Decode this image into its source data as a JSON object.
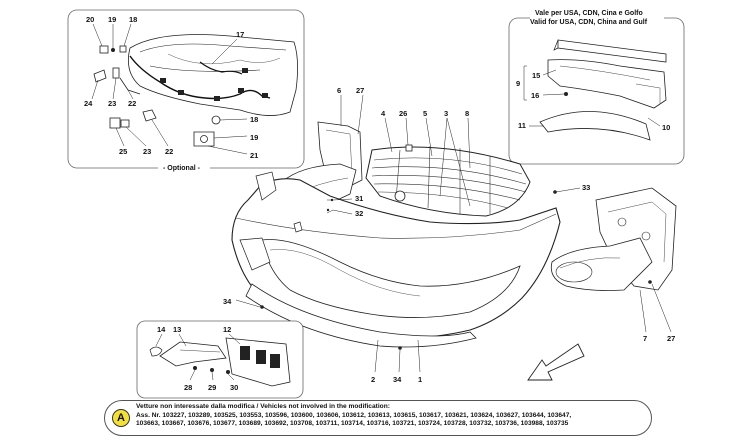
{
  "callouts": {
    "c20": "20",
    "c19": "19",
    "c18a": "18",
    "c17": "17",
    "c24": "24",
    "c23a": "23",
    "c22a": "22",
    "c18b": "18",
    "c19b": "19",
    "c25": "25",
    "c23b": "23",
    "c22b": "22",
    "c21": "21",
    "c9": "9",
    "c15": "15",
    "c16": "16",
    "c11": "11",
    "c10": "10",
    "c6": "6",
    "c27a": "27",
    "c4": "4",
    "c26": "26",
    "c5": "5",
    "c3": "3",
    "c8": "8",
    "c33": "33",
    "c31": "31",
    "c32": "32",
    "c34a": "34",
    "c7": "7",
    "c27b": "27",
    "c14": "14",
    "c13": "13",
    "c12": "12",
    "c28": "28",
    "c29": "29",
    "c30": "30",
    "c2": "2",
    "c34b": "34",
    "c1": "1"
  },
  "optional_caption": "- Optional -",
  "usa_caption_line1": "Vale per USA, CDN, Cina e Golfo",
  "usa_caption_line2": "Valid for USA, CDN, China and Gulf",
  "note": {
    "badge": "A",
    "line1": "Vetture non interessate dalla modifica / Vehicles not involved in the modification:",
    "line2": "Ass. Nr. 103227, 103289, 103525, 103553, 103596, 103600, 103606, 103612, 103613, 103615, 103617, 103621, 103624, 103627, 103644, 103647,",
    "line3": "103663, 103667, 103676, 103677, 103689, 103692, 103708, 103711, 103714, 103716, 103721, 103724, 103728, 103732, 103736, 103988, 103735"
  },
  "colors": {
    "line": "#222222",
    "frame": "#666666",
    "badge": "#f3df3a"
  }
}
